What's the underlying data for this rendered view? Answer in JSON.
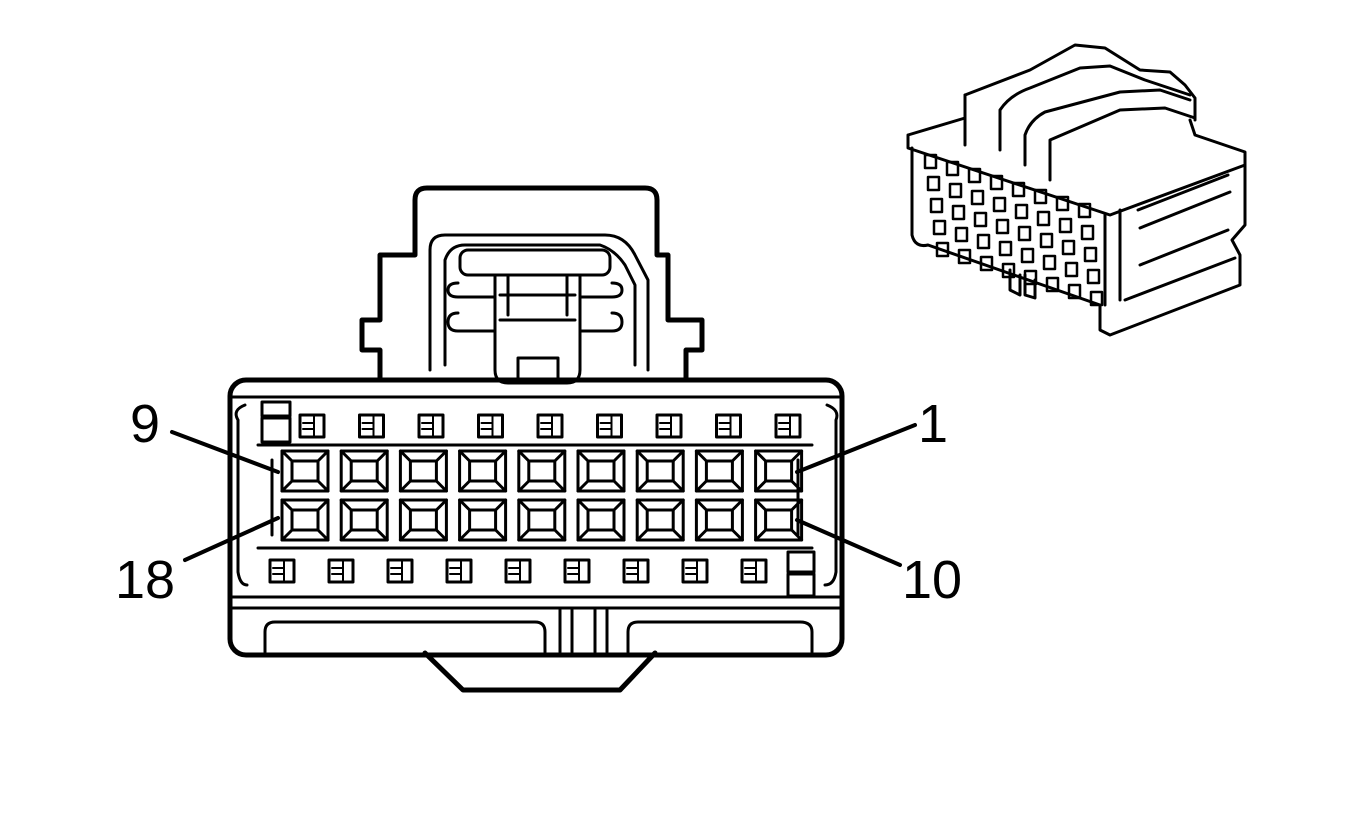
{
  "labels": {
    "pin_9": "9",
    "pin_1": "1",
    "pin_18": "18",
    "pin_10": "10"
  },
  "connector": {
    "top_row_cavities": 9,
    "bottom_row_cavities": 9,
    "top_lock_slots": 9,
    "bottom_lock_slots": 9
  },
  "colors": {
    "line": "#000000",
    "background": "#ffffff"
  }
}
